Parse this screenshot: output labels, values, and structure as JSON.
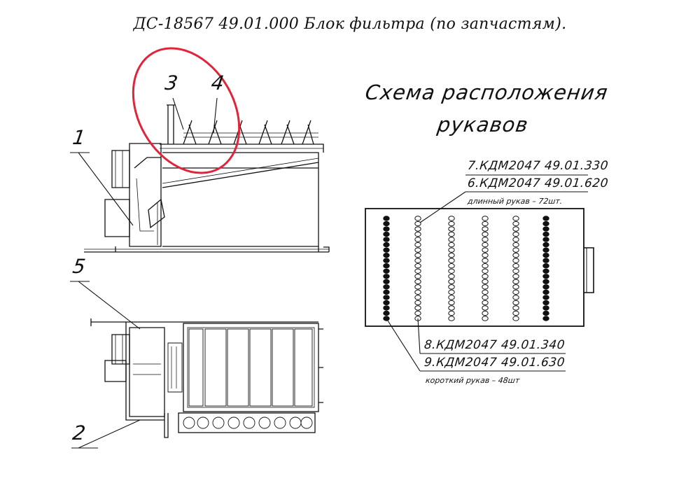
{
  "document": {
    "title": "ДС-18567 49.01.000  Блок фильтра  (по запчастям)."
  },
  "scheme": {
    "heading_line_1": "Схема расположения",
    "heading_line_2": "рукавов",
    "long_sleeves": {
      "part_7": "7.КДМ2047 49.01.330",
      "part_6": "6.КДМ2047 49.01.620",
      "note": "длинный рукав – 72шт."
    },
    "short_sleeves": {
      "part_8": "8.КДМ2047 49.01.340",
      "part_9": "9.КДМ2047 49.01.630",
      "note": "короткий рукав – 48шт"
    }
  },
  "callouts": {
    "c1": "1",
    "c2": "2",
    "c3": "3",
    "c4": "4",
    "c5": "5"
  },
  "colors": {
    "highlight": "#e0253a",
    "ink": "#111111"
  }
}
